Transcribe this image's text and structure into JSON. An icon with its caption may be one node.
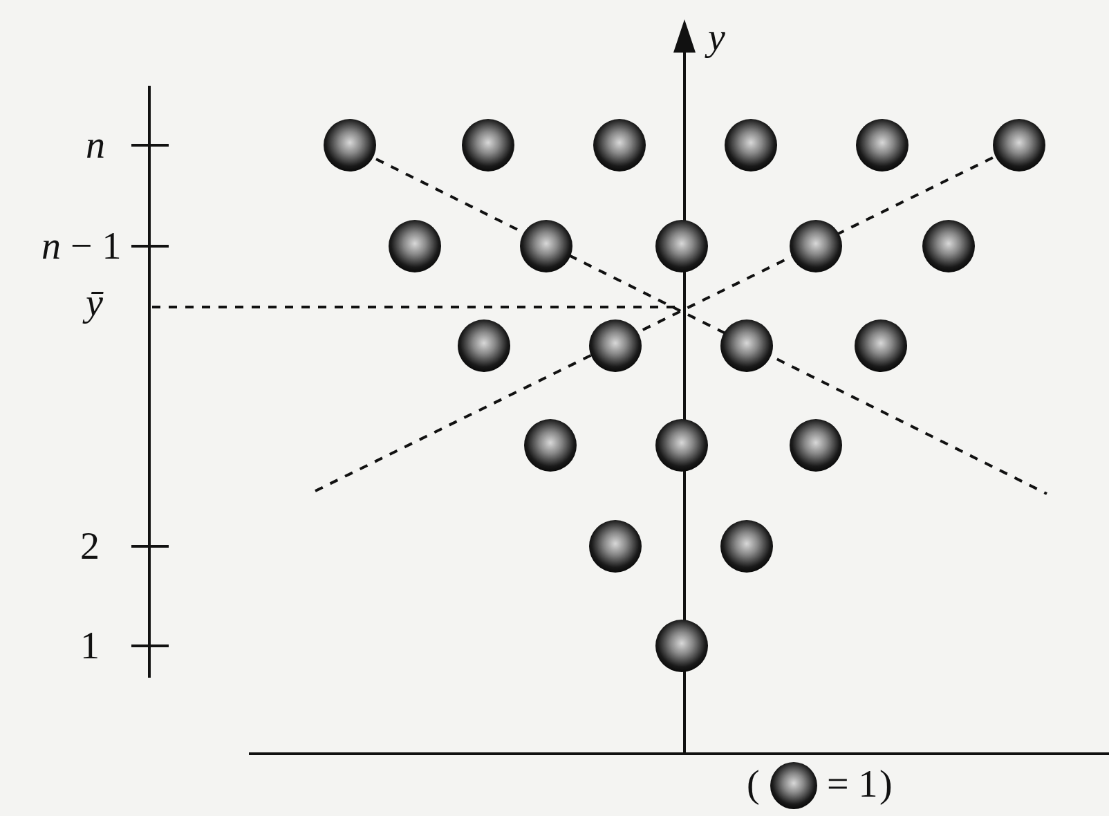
{
  "diagram": {
    "labels": [
      "y",
      "n",
      "*n* − 1",
      "ȳ",
      "2",
      "1",
      "(",
      ")"
    ],
    "legend": [
      {
        "text": "= 1"
      }
    ]
  }
}
